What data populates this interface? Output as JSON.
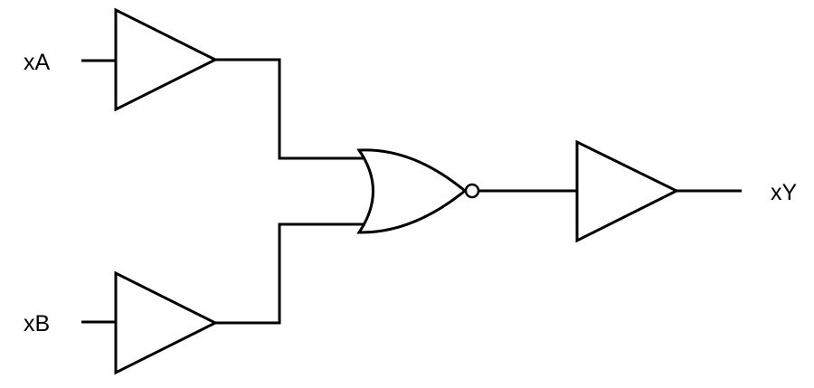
{
  "diagram": {
    "type": "logic-circuit",
    "inputs": [
      {
        "label": "xA"
      },
      {
        "label": "xB"
      }
    ],
    "output": {
      "label": "xY"
    },
    "gates": [
      {
        "id": "buffer-a",
        "kind": "buffer-icon"
      },
      {
        "id": "buffer-b",
        "kind": "buffer-icon"
      },
      {
        "id": "nor-gate",
        "kind": "nor-gate-icon"
      },
      {
        "id": "buffer-out",
        "kind": "buffer-icon"
      }
    ],
    "colors": {
      "line": "#000000",
      "background": "#ffffff"
    }
  }
}
